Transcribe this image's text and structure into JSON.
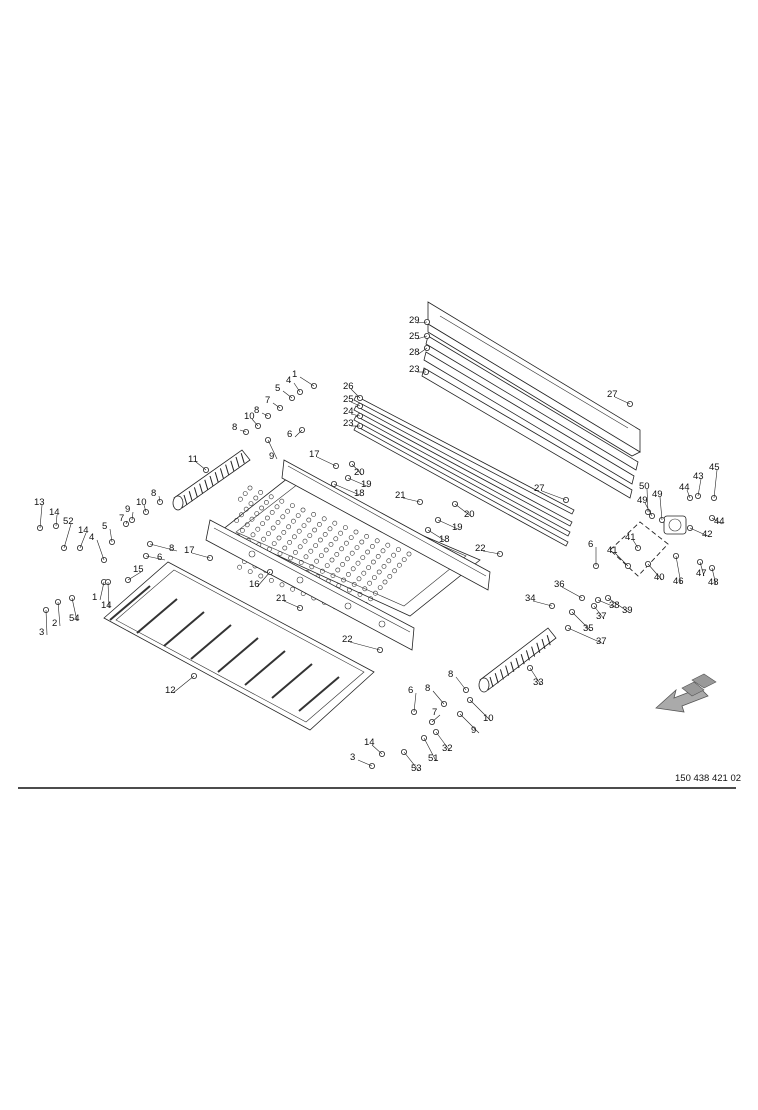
{
  "drawing_number": "150 438 421 02",
  "labels": [
    {
      "id": "29"
    },
    {
      "id": "25"
    },
    {
      "id": "28"
    },
    {
      "id": "23"
    },
    {
      "id": "27"
    },
    {
      "id": "26"
    },
    {
      "id": "25"
    },
    {
      "id": "24"
    },
    {
      "id": "23"
    },
    {
      "id": "1"
    },
    {
      "id": "4"
    },
    {
      "id": "5"
    },
    {
      "id": "7"
    },
    {
      "id": "8"
    },
    {
      "id": "10"
    },
    {
      "id": "8"
    },
    {
      "id": "6"
    },
    {
      "id": "9"
    },
    {
      "id": "11"
    },
    {
      "id": "17"
    },
    {
      "id": "20"
    },
    {
      "id": "18"
    },
    {
      "id": "19"
    },
    {
      "id": "21"
    },
    {
      "id": "20"
    },
    {
      "id": "19"
    },
    {
      "id": "18"
    },
    {
      "id": "27"
    },
    {
      "id": "22"
    },
    {
      "id": "13"
    },
    {
      "id": "14"
    },
    {
      "id": "52"
    },
    {
      "id": "14"
    },
    {
      "id": "9"
    },
    {
      "id": "10"
    },
    {
      "id": "8"
    },
    {
      "id": "7"
    },
    {
      "id": "5"
    },
    {
      "id": "8"
    },
    {
      "id": "6"
    },
    {
      "id": "4"
    },
    {
      "id": "15"
    },
    {
      "id": "1"
    },
    {
      "id": "14"
    },
    {
      "id": "17"
    },
    {
      "id": "16"
    },
    {
      "id": "3"
    },
    {
      "id": "2"
    },
    {
      "id": "54"
    },
    {
      "id": "21"
    },
    {
      "id": "22"
    },
    {
      "id": "12"
    },
    {
      "id": "50"
    },
    {
      "id": "49"
    },
    {
      "id": "43"
    },
    {
      "id": "45"
    },
    {
      "id": "44"
    },
    {
      "id": "49"
    },
    {
      "id": "44"
    },
    {
      "id": "42"
    },
    {
      "id": "6"
    },
    {
      "id": "41"
    },
    {
      "id": "41"
    },
    {
      "id": "40"
    },
    {
      "id": "46"
    },
    {
      "id": "47"
    },
    {
      "id": "48"
    },
    {
      "id": "36"
    },
    {
      "id": "39"
    },
    {
      "id": "38"
    },
    {
      "id": "37"
    },
    {
      "id": "34"
    },
    {
      "id": "35"
    },
    {
      "id": "37"
    },
    {
      "id": "33"
    },
    {
      "id": "8"
    },
    {
      "id": "9"
    },
    {
      "id": "10"
    },
    {
      "id": "6"
    },
    {
      "id": "8"
    },
    {
      "id": "7"
    },
    {
      "id": "32"
    },
    {
      "id": "51"
    },
    {
      "id": "14"
    },
    {
      "id": "3"
    },
    {
      "id": "53"
    }
  ]
}
